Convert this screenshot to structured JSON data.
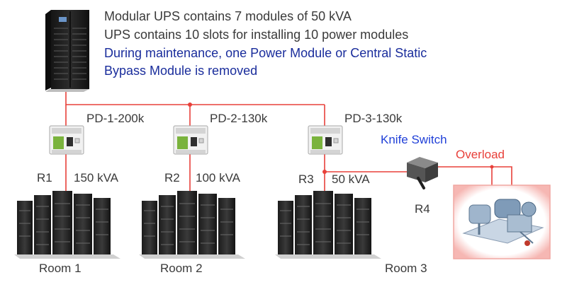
{
  "colors": {
    "wire": "#e8403a",
    "dark_text": "#3a3a3a",
    "blue_text": "#1a2d9c",
    "knife_switch_text": "#1f3fd8",
    "overload_text": "#e8403a"
  },
  "description": {
    "line1": "Modular UPS contains 7 modules of 50 kVA",
    "line2": "UPS contains 10 slots for installing 10 power modules",
    "line3": "During maintenance, one Power Module or Central Static",
    "line4": "Bypass Module is removed"
  },
  "breakers": [
    {
      "label": "PD-1-200k"
    },
    {
      "label": "PD-2-130k"
    },
    {
      "label": "PD-3-130k"
    }
  ],
  "circuits": [
    {
      "id": "R1",
      "load": "150 kVA"
    },
    {
      "id": "R2",
      "load": "100 kVA"
    },
    {
      "id": "R3",
      "load": "50 kVA"
    },
    {
      "id": "R4"
    }
  ],
  "rooms": [
    {
      "name": "Room 1"
    },
    {
      "name": "Room 2"
    },
    {
      "name": "Room 3"
    }
  ],
  "knife_switch": {
    "label": "Knife Switch"
  },
  "overload": {
    "label": "Overload"
  },
  "icons": [
    "ups-cabinet-icon",
    "circuit-breaker-icon",
    "server-rack-icon",
    "knife-switch-icon",
    "generator-machine-icon"
  ]
}
